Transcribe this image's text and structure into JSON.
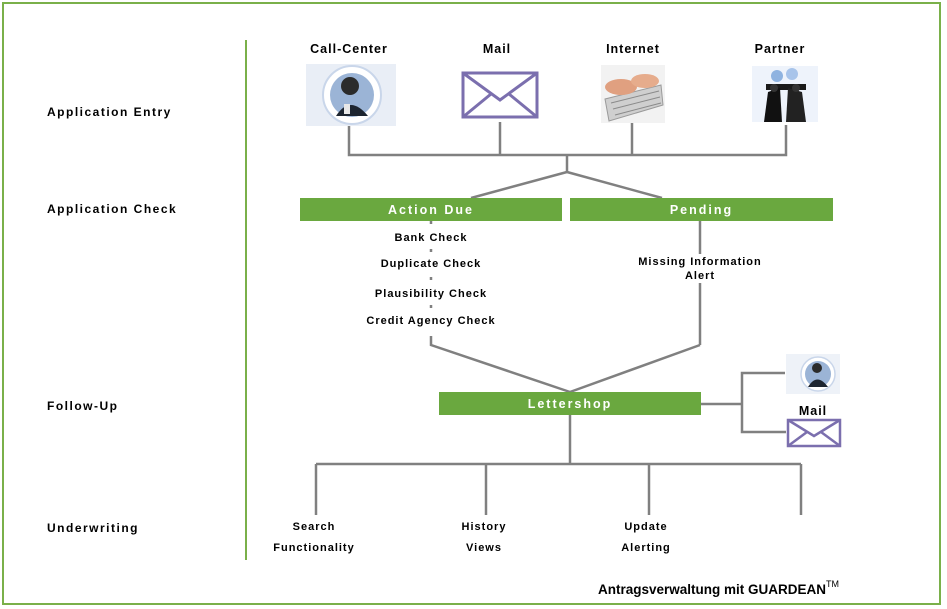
{
  "stages": {
    "entry": "Application Entry",
    "check": "Application Check",
    "followup": "Follow-Up",
    "underwriting": "Underwriting"
  },
  "sources": {
    "call_center": "Call-Center",
    "mail": "Mail",
    "internet": "Internet",
    "partner": "Partner"
  },
  "bars": {
    "action_due": "Action Due",
    "pending": "Pending",
    "lettershop": "Lettershop"
  },
  "checks": [
    "Bank Check",
    "Duplicate Check",
    "Plausibility Check",
    "Credit Agency Check"
  ],
  "pending_items": {
    "line1": "Missing Information",
    "line2": "Alert"
  },
  "followup_side": {
    "mail": "Mail"
  },
  "underwriting_items": [
    {
      "line1": "Search",
      "line2": "Functionality"
    },
    {
      "line1": "History",
      "line2": "Views"
    },
    {
      "line1": "Update",
      "line2": "Alerting"
    }
  ],
  "footer": {
    "text": "Antragsverwaltung mit GUARDEAN",
    "trademark": "TM"
  },
  "colors": {
    "accent": "#6aa83f",
    "line": "#808080",
    "envelope": "#7b6fae"
  },
  "icons": {
    "call_center": "person-headset-icon",
    "mail": "envelope-icon",
    "internet": "keyboard-hands-icon",
    "partner": "businessmen-icon"
  }
}
